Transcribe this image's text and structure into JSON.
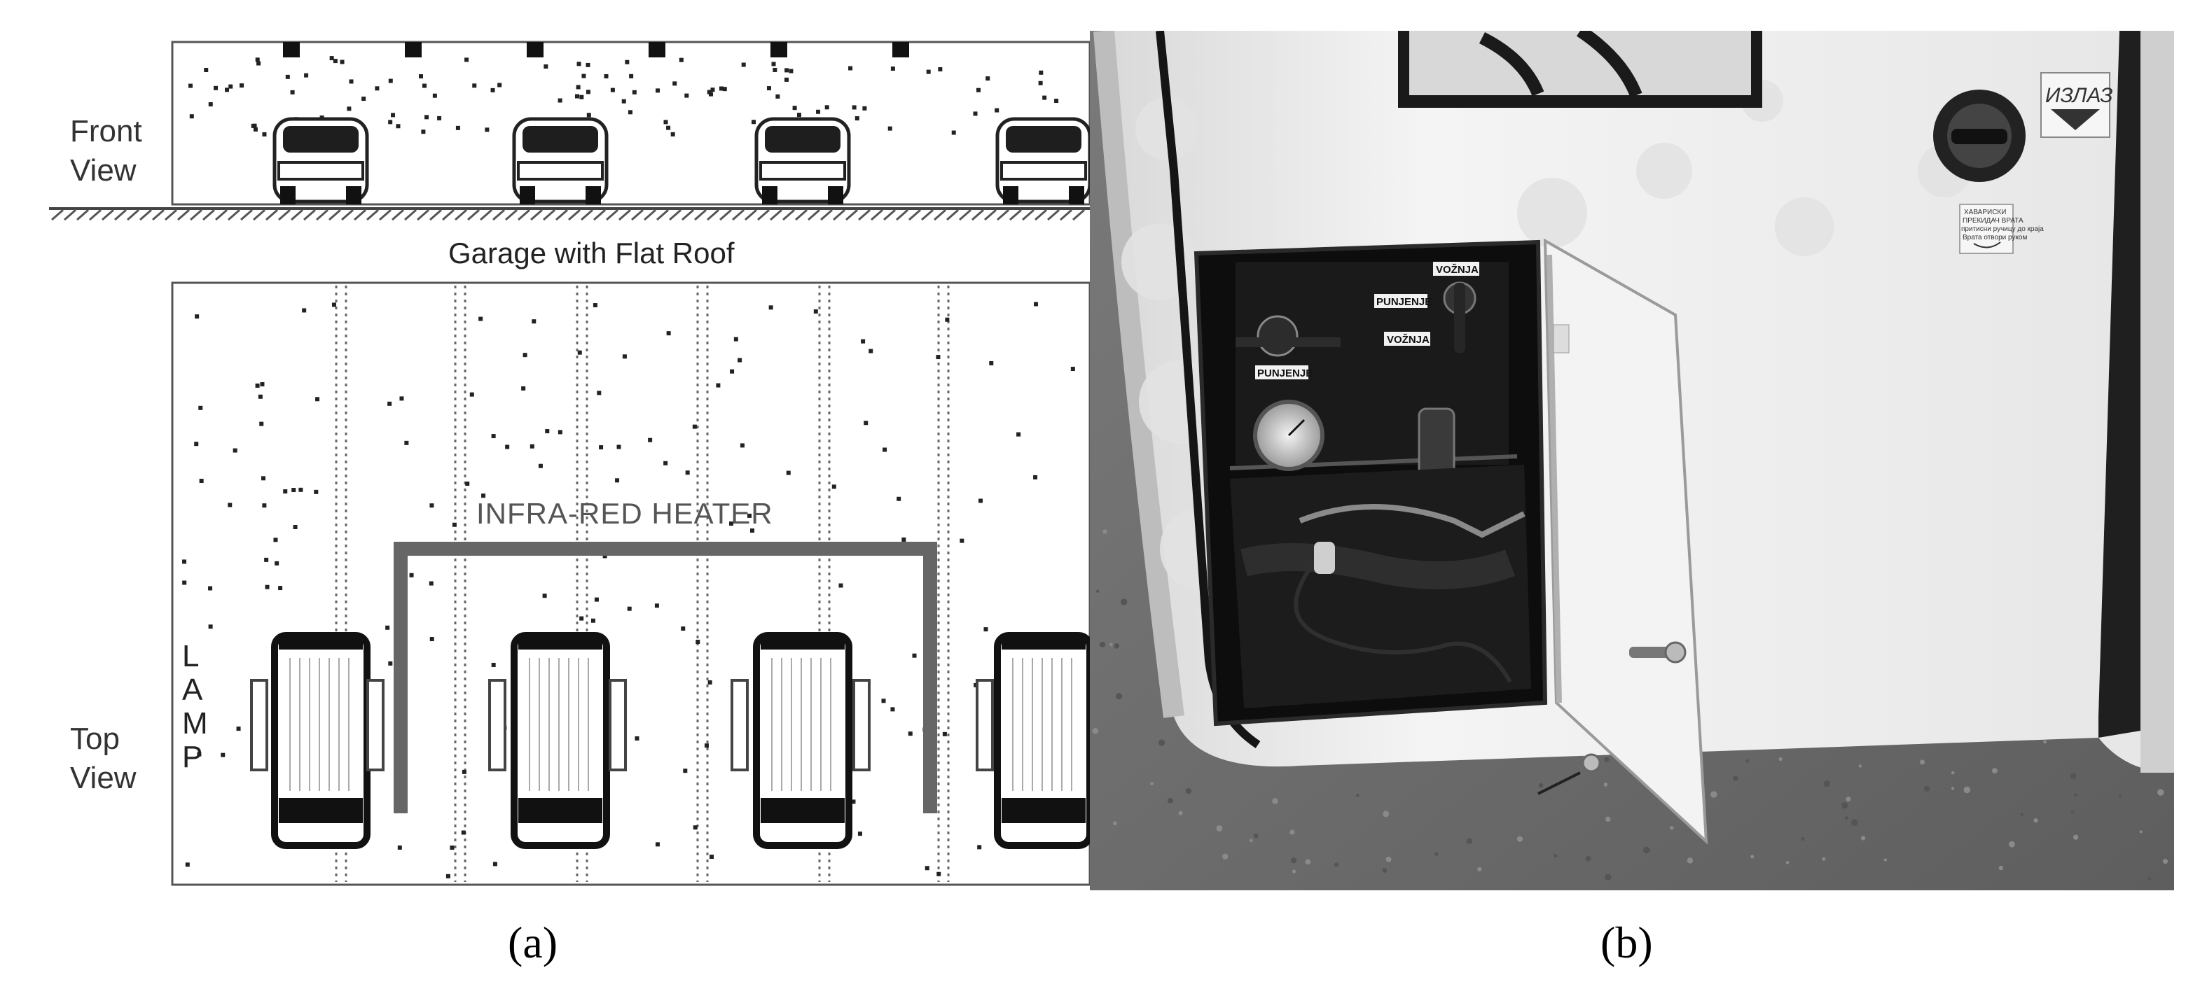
{
  "panel_a": {
    "front_view_label": [
      "Front",
      "View"
    ],
    "title": "Garage with Flat Roof",
    "heater_label": "INFRA-RED HEATER",
    "lamp_label": [
      "L",
      "A",
      "M",
      "P"
    ],
    "top_view_label": [
      "Top",
      "View"
    ]
  },
  "panel_b": {
    "exit_sign": "ИЗЛАЗ",
    "emergency_sign": [
      "ХАВАРИСКИ",
      "ПРЕКИДАЧ ВРАТА",
      "притисни ручицу до краја",
      "Врата отвори руком"
    ],
    "switch_tags": [
      "VOŽNJA",
      "PUNJENJE",
      "VOŽNJA",
      "PUNJENJE"
    ]
  },
  "captions": {
    "a": "(a)",
    "b": "(b)"
  }
}
